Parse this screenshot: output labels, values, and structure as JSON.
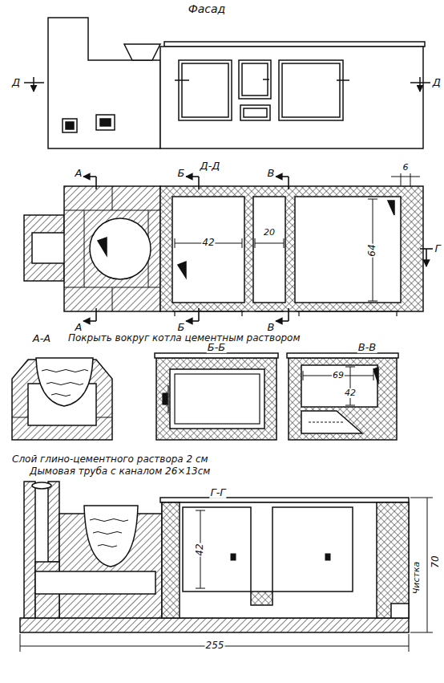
{
  "diagram": {
    "labels": [
      "Фасад",
      "Д",
      "Д",
      "Д-Д",
      "А",
      "Б",
      "В",
      "6",
      "42",
      "20",
      "64",
      "Г",
      "А",
      "Б",
      "В",
      "А-А",
      "Покрыть вокруг котла цементным раствором",
      "Б-Б",
      "В-В",
      "69",
      "42",
      "Слой глино-цементного раствора 2 см",
      "Дымовая труба с каналом 26×13см",
      "Г-Г",
      "42",
      "Чистка",
      "70",
      "255"
    ]
  }
}
